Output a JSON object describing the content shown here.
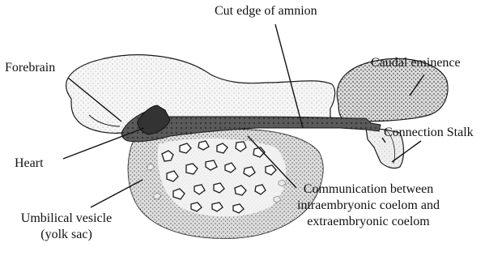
{
  "labels": {
    "amnion": "Cut edge of amnion",
    "forebrain": "Forebrain",
    "caudal": "Caudal eminence",
    "stalk": "Connection Stalk",
    "heart": "Heart",
    "vesicle_1": "Umbilical vesicle",
    "vesicle_2": "(yolk sac)",
    "comm_1": "Communication between",
    "comm_2": "intraembryonic coelom and",
    "comm_3": "extraembryonic coelom"
  },
  "colors": {
    "outline": "#1a1a1a",
    "stipple": "#2a2a2a",
    "dark_band": "#555555",
    "light_fill": "#f4f4f4",
    "grey_fill": "#cfcfcf"
  }
}
